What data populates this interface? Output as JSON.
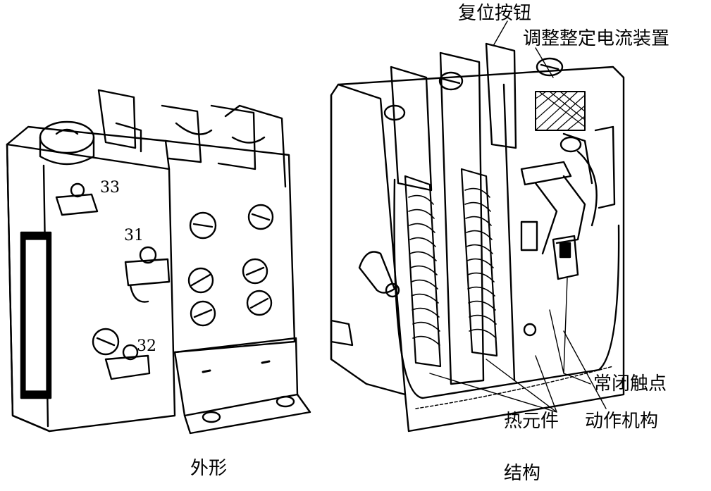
{
  "left_caption": "外形",
  "right_caption": "结构",
  "terminals": {
    "t33": "33",
    "t31": "31",
    "t32": "32"
  },
  "callouts": {
    "reset_button": "复位按钮",
    "current_adjust": "调整整定电流装置",
    "nc_contact": "常闭触点",
    "heating_element": "热元件",
    "mechanism": "动作机构"
  }
}
